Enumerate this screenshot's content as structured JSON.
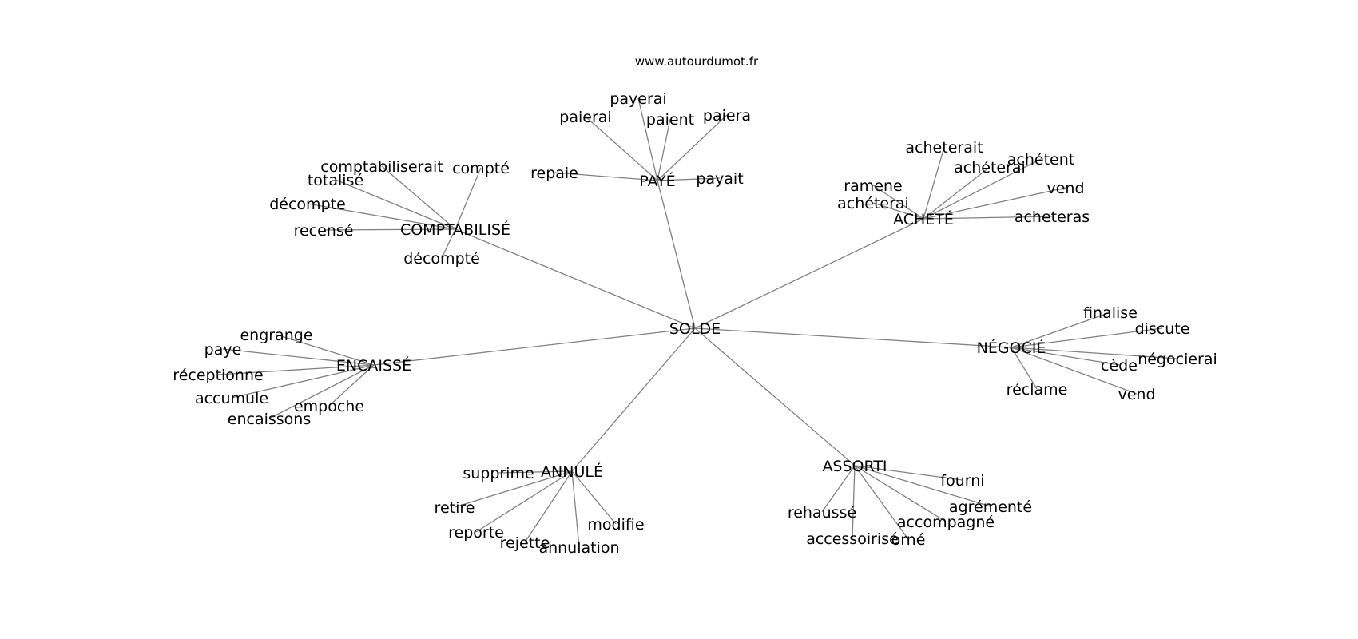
{
  "source_text": "www.autourdumot.fr",
  "graph": {
    "center": "SOLDE",
    "hubs": [
      {
        "id": "paye",
        "label": "PAYÉ",
        "leaves": [
          "payerai",
          "paierai",
          "paient",
          "paiera",
          "repaie",
          "payait"
        ]
      },
      {
        "id": "achete",
        "label": "ACHETÉ",
        "leaves": [
          "acheterait",
          "achéterai",
          "achétent",
          "ramene",
          "achéterai",
          "vend",
          "acheteras"
        ]
      },
      {
        "id": "comptabilise",
        "label": "COMPTABILISÉ",
        "leaves": [
          "comptabiliserait",
          "compté",
          "totalisé",
          "décompte",
          "recensé",
          "décompté"
        ]
      },
      {
        "id": "encaisse",
        "label": "ENCAISSÉ",
        "leaves": [
          "engrange",
          "paye",
          "réceptionne",
          "accumule",
          "empoche",
          "encaissons"
        ]
      },
      {
        "id": "negocie",
        "label": "NÉGOCIÉ",
        "leaves": [
          "finalise",
          "discute",
          "cède",
          "négocierai",
          "réclame",
          "vend"
        ]
      },
      {
        "id": "annule",
        "label": "ANNULÉ",
        "leaves": [
          "supprime",
          "retire",
          "reporte",
          "rejette",
          "annulation",
          "modifie"
        ]
      },
      {
        "id": "assorti",
        "label": "ASSORTI",
        "leaves": [
          "fourni",
          "agrémenté",
          "rehaussé",
          "accompagné",
          "accessoirisé",
          "orné"
        ]
      }
    ]
  }
}
